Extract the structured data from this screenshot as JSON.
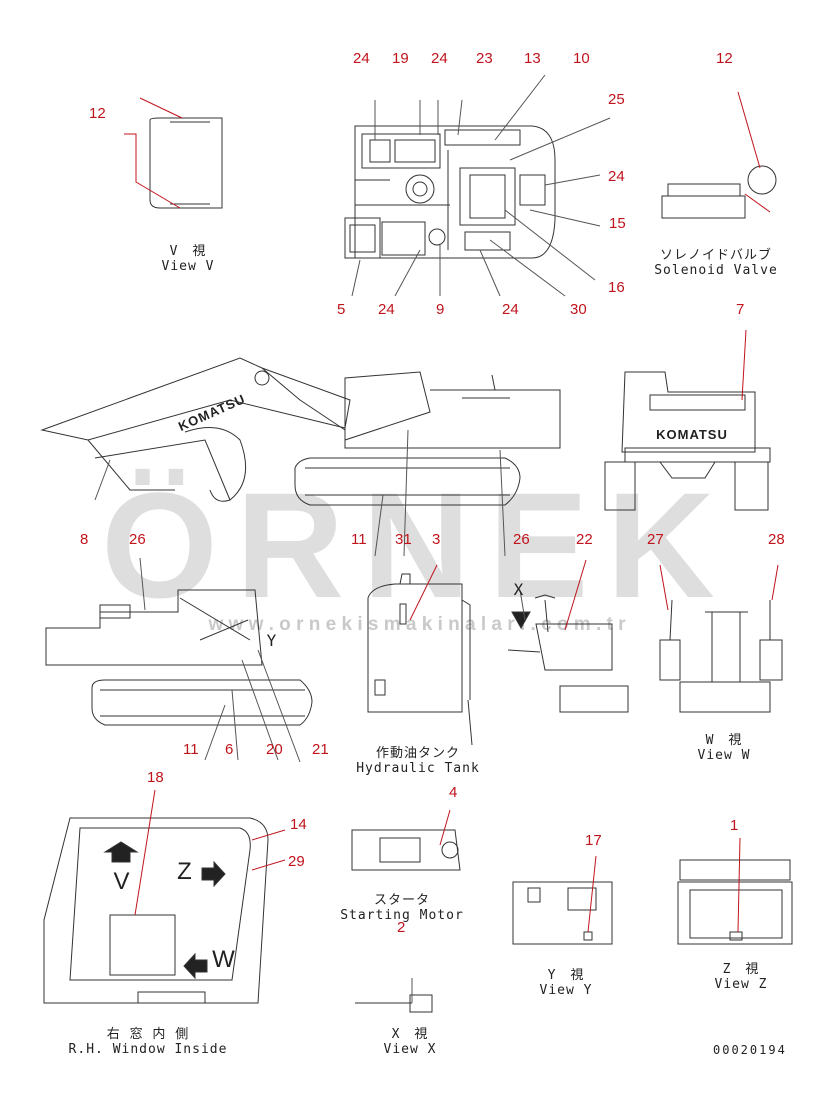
{
  "watermark": {
    "brand": "ÖRNEK",
    "url": "w w w . o r n e k i s m a k i n a l a r i . c o m . t r",
    "color": "#d9d9d9"
  },
  "accent_color": "#c0141c",
  "callouts": {
    "n24a": "24",
    "n19": "19",
    "n24b": "24",
    "n23": "23",
    "n13": "13",
    "n10": "10",
    "n25": "25",
    "n24c": "24",
    "n15": "15",
    "n16": "16",
    "n30": "30",
    "n24d": "24",
    "n9": "9",
    "n24e": "24",
    "n5": "5",
    "n12a": "12",
    "n12b": "12",
    "n7": "7",
    "n8": "8",
    "n26a": "26",
    "n11a": "11",
    "n31": "31",
    "n3": "3",
    "n26b": "26",
    "n22": "22",
    "n27": "27",
    "n28": "28",
    "n11b": "11",
    "n6": "6",
    "n20": "20",
    "n21": "21",
    "n18": "18",
    "n14": "14",
    "n29": "29",
    "n4": "4",
    "n2": "2",
    "n17": "17",
    "n1": "1"
  },
  "captions": {
    "view_v_jp": "V　視",
    "view_v_en": "View V",
    "solenoid_jp": "ソレノイドバルブ",
    "solenoid_en": "Solenoid Valve",
    "tank_jp": "作動油タンク",
    "tank_en": "Hydraulic Tank",
    "view_w_jp": "W　視",
    "view_w_en": "View W",
    "starter_jp": "スタータ",
    "starter_en": "Starting Motor",
    "view_y_jp": "Y　視",
    "view_y_en": "View Y",
    "view_z_jp": "Z　視",
    "view_z_en": "View Z",
    "window_jp": "右 窓 内 側",
    "window_en": "R.H. Window Inside",
    "view_x_jp": "X　視",
    "view_x_en": "View X"
  },
  "view_letters": {
    "x": "X",
    "y": "Y",
    "v": "V",
    "z": "Z",
    "w": "W"
  },
  "brand_on_machine": "KOMATSU",
  "doc_number": "00020194"
}
